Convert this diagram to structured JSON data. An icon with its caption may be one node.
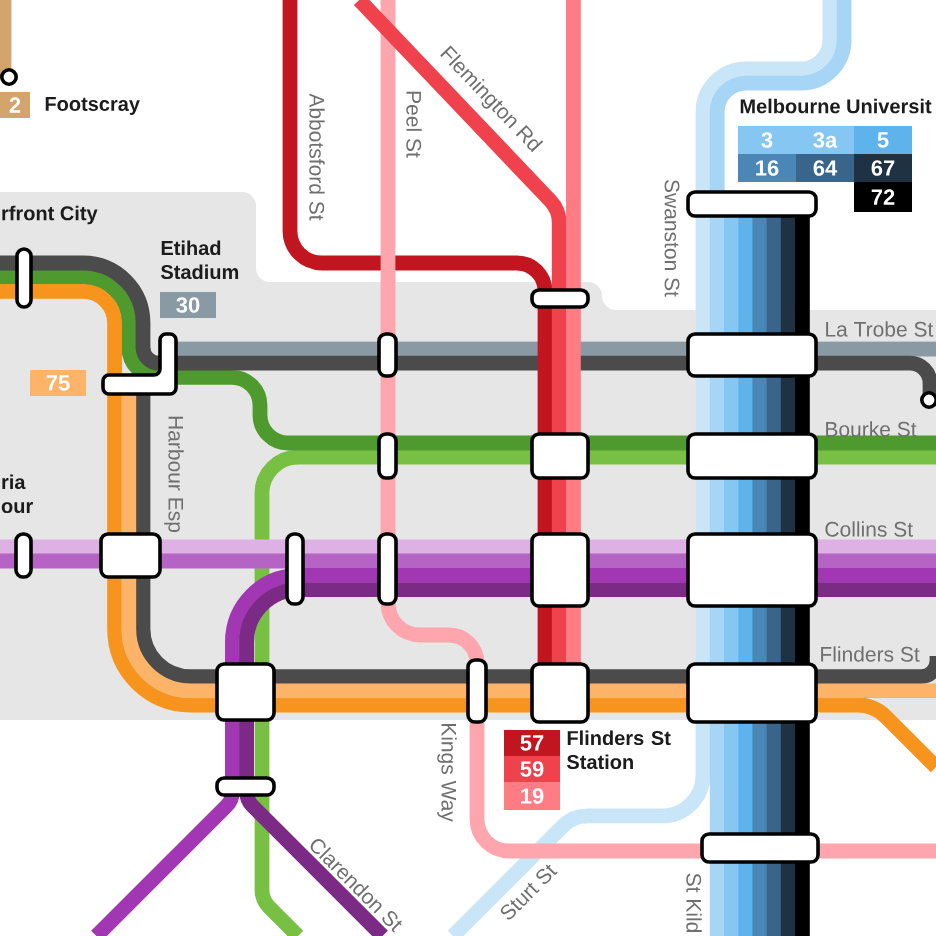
{
  "diagram": {
    "nodes": [
      {
        "text": [
          "2"
        ]
      },
      {
        "text": [
          "3"
        ]
      },
      {
        "text": [
          "3a"
        ]
      },
      {
        "text": [
          "5"
        ]
      },
      {
        "text": [
          "16"
        ]
      },
      {
        "text": [
          "64"
        ]
      },
      {
        "text": [
          "67"
        ]
      },
      {
        "text": [
          "72"
        ]
      },
      {
        "text": [
          "30"
        ]
      },
      {
        "text": [
          "75"
        ]
      },
      {
        "text": [
          "57"
        ]
      },
      {
        "text": [
          "59"
        ]
      },
      {
        "text": [
          "19"
        ]
      }
    ],
    "labels": [
      "Flemington Rd",
      "Abbotsford St",
      "Peel St",
      "Footscray",
      "Melbourne Universit",
      "Swanston St",
      "rfront City",
      "Etihad Stadium",
      "La Trobe St",
      "Harbour Esp",
      "Bourke St",
      "ria our",
      "Collins St",
      "Flinders St",
      "Kings Way",
      "Flinders St Station",
      "Clarendon St",
      "Sturt St",
      "St Kild"
    ]
  }
}
